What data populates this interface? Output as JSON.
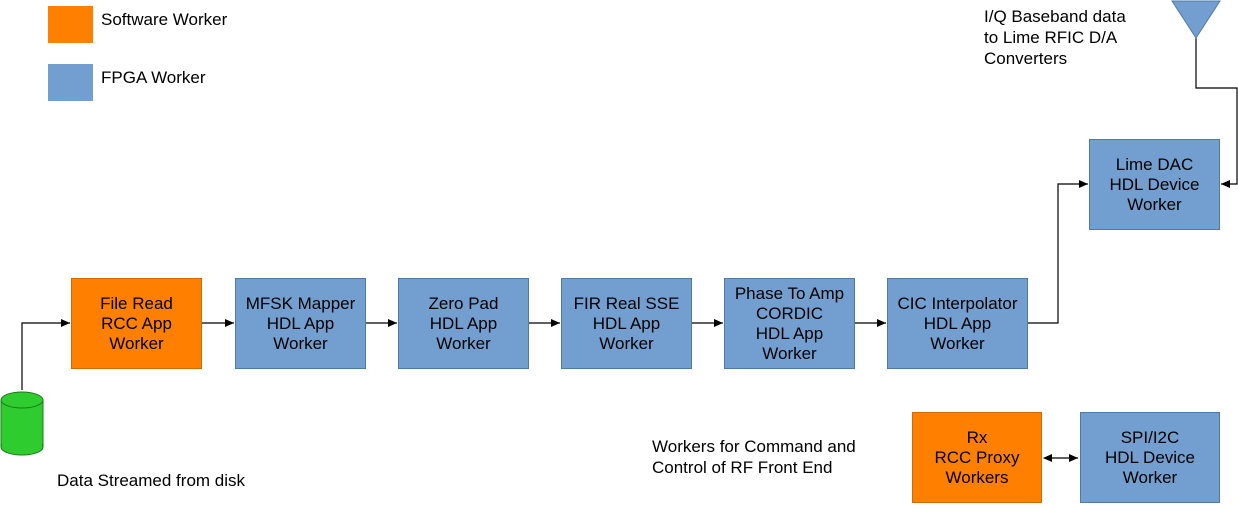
{
  "legend": {
    "software_label": "Software Worker",
    "fpga_label": "FPGA Worker",
    "software_color": "#ff8000",
    "fpga_color": "#729fcf"
  },
  "pipeline": [
    {
      "type": "software",
      "lines": [
        "File Read",
        "RCC App",
        "Worker"
      ]
    },
    {
      "type": "fpga",
      "lines": [
        "MFSK Mapper",
        "HDL App",
        "Worker"
      ]
    },
    {
      "type": "fpga",
      "lines": [
        "Zero Pad",
        "HDL App",
        "Worker"
      ]
    },
    {
      "type": "fpga",
      "lines": [
        "FIR Real SSE",
        "HDL App",
        "Worker"
      ]
    },
    {
      "type": "fpga",
      "lines": [
        "Phase To Amp",
        "CORDIC",
        "HDL App",
        "Worker"
      ]
    },
    {
      "type": "fpga",
      "lines": [
        "CIC Interpolator",
        "HDL App",
        "Worker"
      ]
    }
  ],
  "dac": {
    "type": "fpga",
    "lines": [
      "Lime DAC",
      "HDL Device",
      "Worker"
    ]
  },
  "rx": {
    "type": "software",
    "lines": [
      "Rx",
      "RCC Proxy",
      "Workers"
    ]
  },
  "spi": {
    "type": "fpga",
    "lines": [
      "SPI/I2C",
      "HDL Device",
      "Worker"
    ]
  },
  "annotations": {
    "iq_lines": [
      "I/Q Baseband data",
      "to Lime RFIC D/A",
      "Converters"
    ],
    "disk_label": "Data Streamed from disk",
    "cmd_lines": [
      "Workers for Command and",
      "Control of RF Front End"
    ]
  },
  "colors": {
    "disk": "#2ecc2e",
    "antenna": "#729fcf"
  }
}
